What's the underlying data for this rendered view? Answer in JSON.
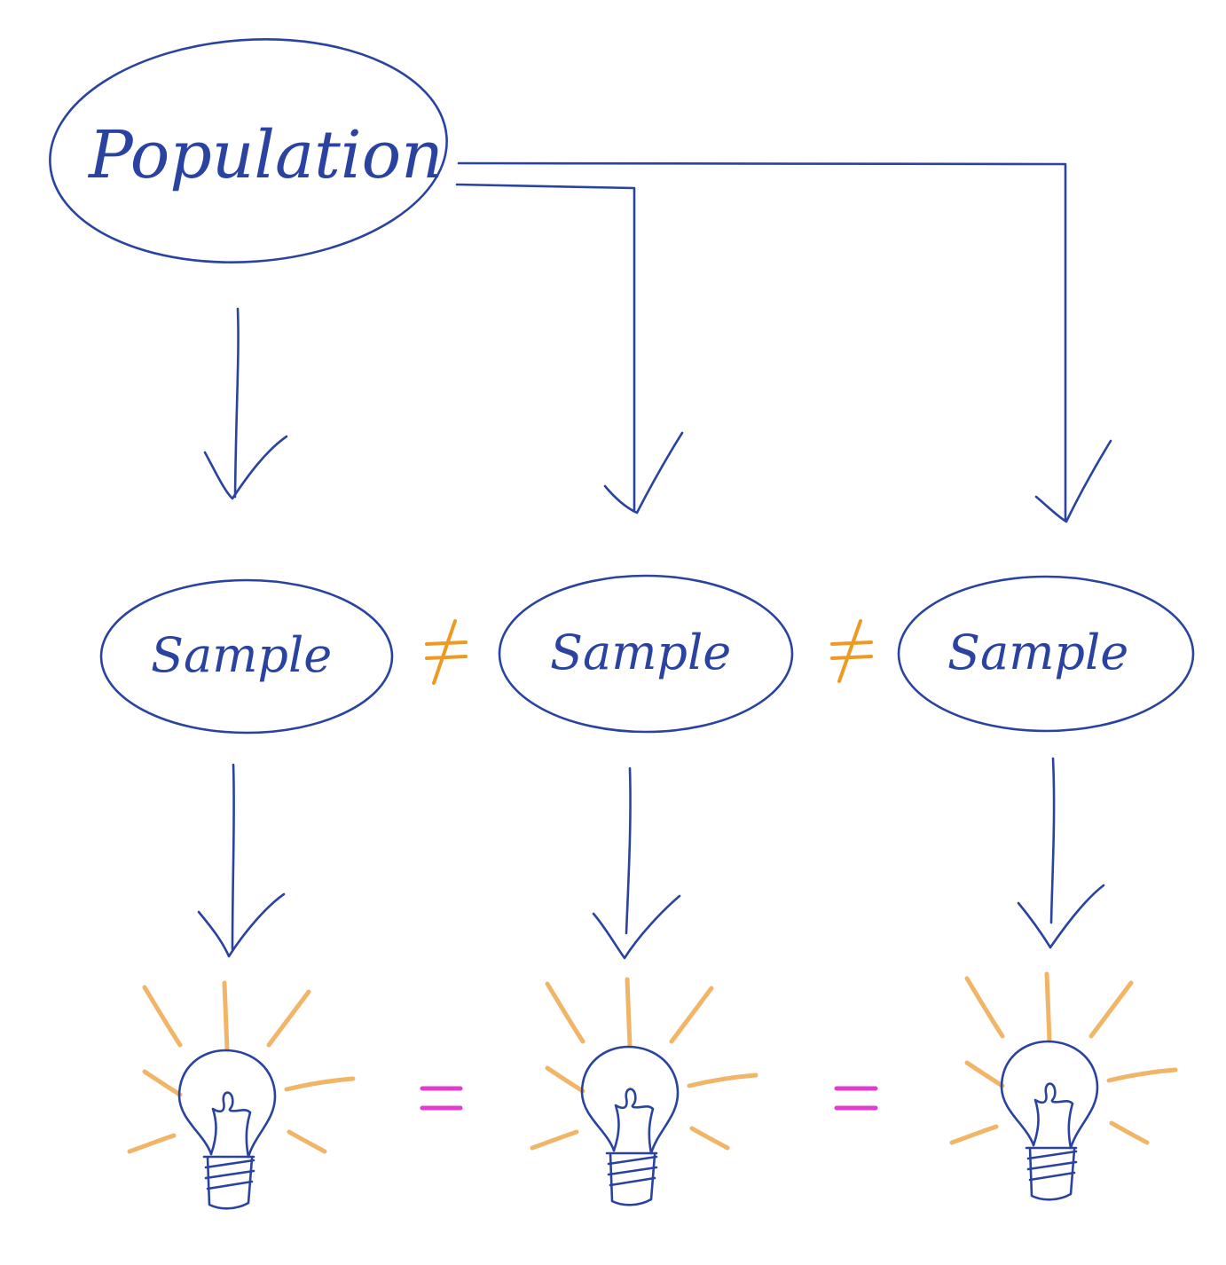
{
  "diagram": {
    "population_label": "Population",
    "sample_labels": [
      "Sample",
      "Sample",
      "Sample"
    ],
    "between_samples_symbol": "≠",
    "between_ideas_symbol": "=",
    "idea_icon": "lightbulb-icon",
    "colors": {
      "ink": "#2a43a0",
      "not_equal": "#ee9a22",
      "equal": "#e23bd0",
      "rays": "#eea84c"
    }
  }
}
